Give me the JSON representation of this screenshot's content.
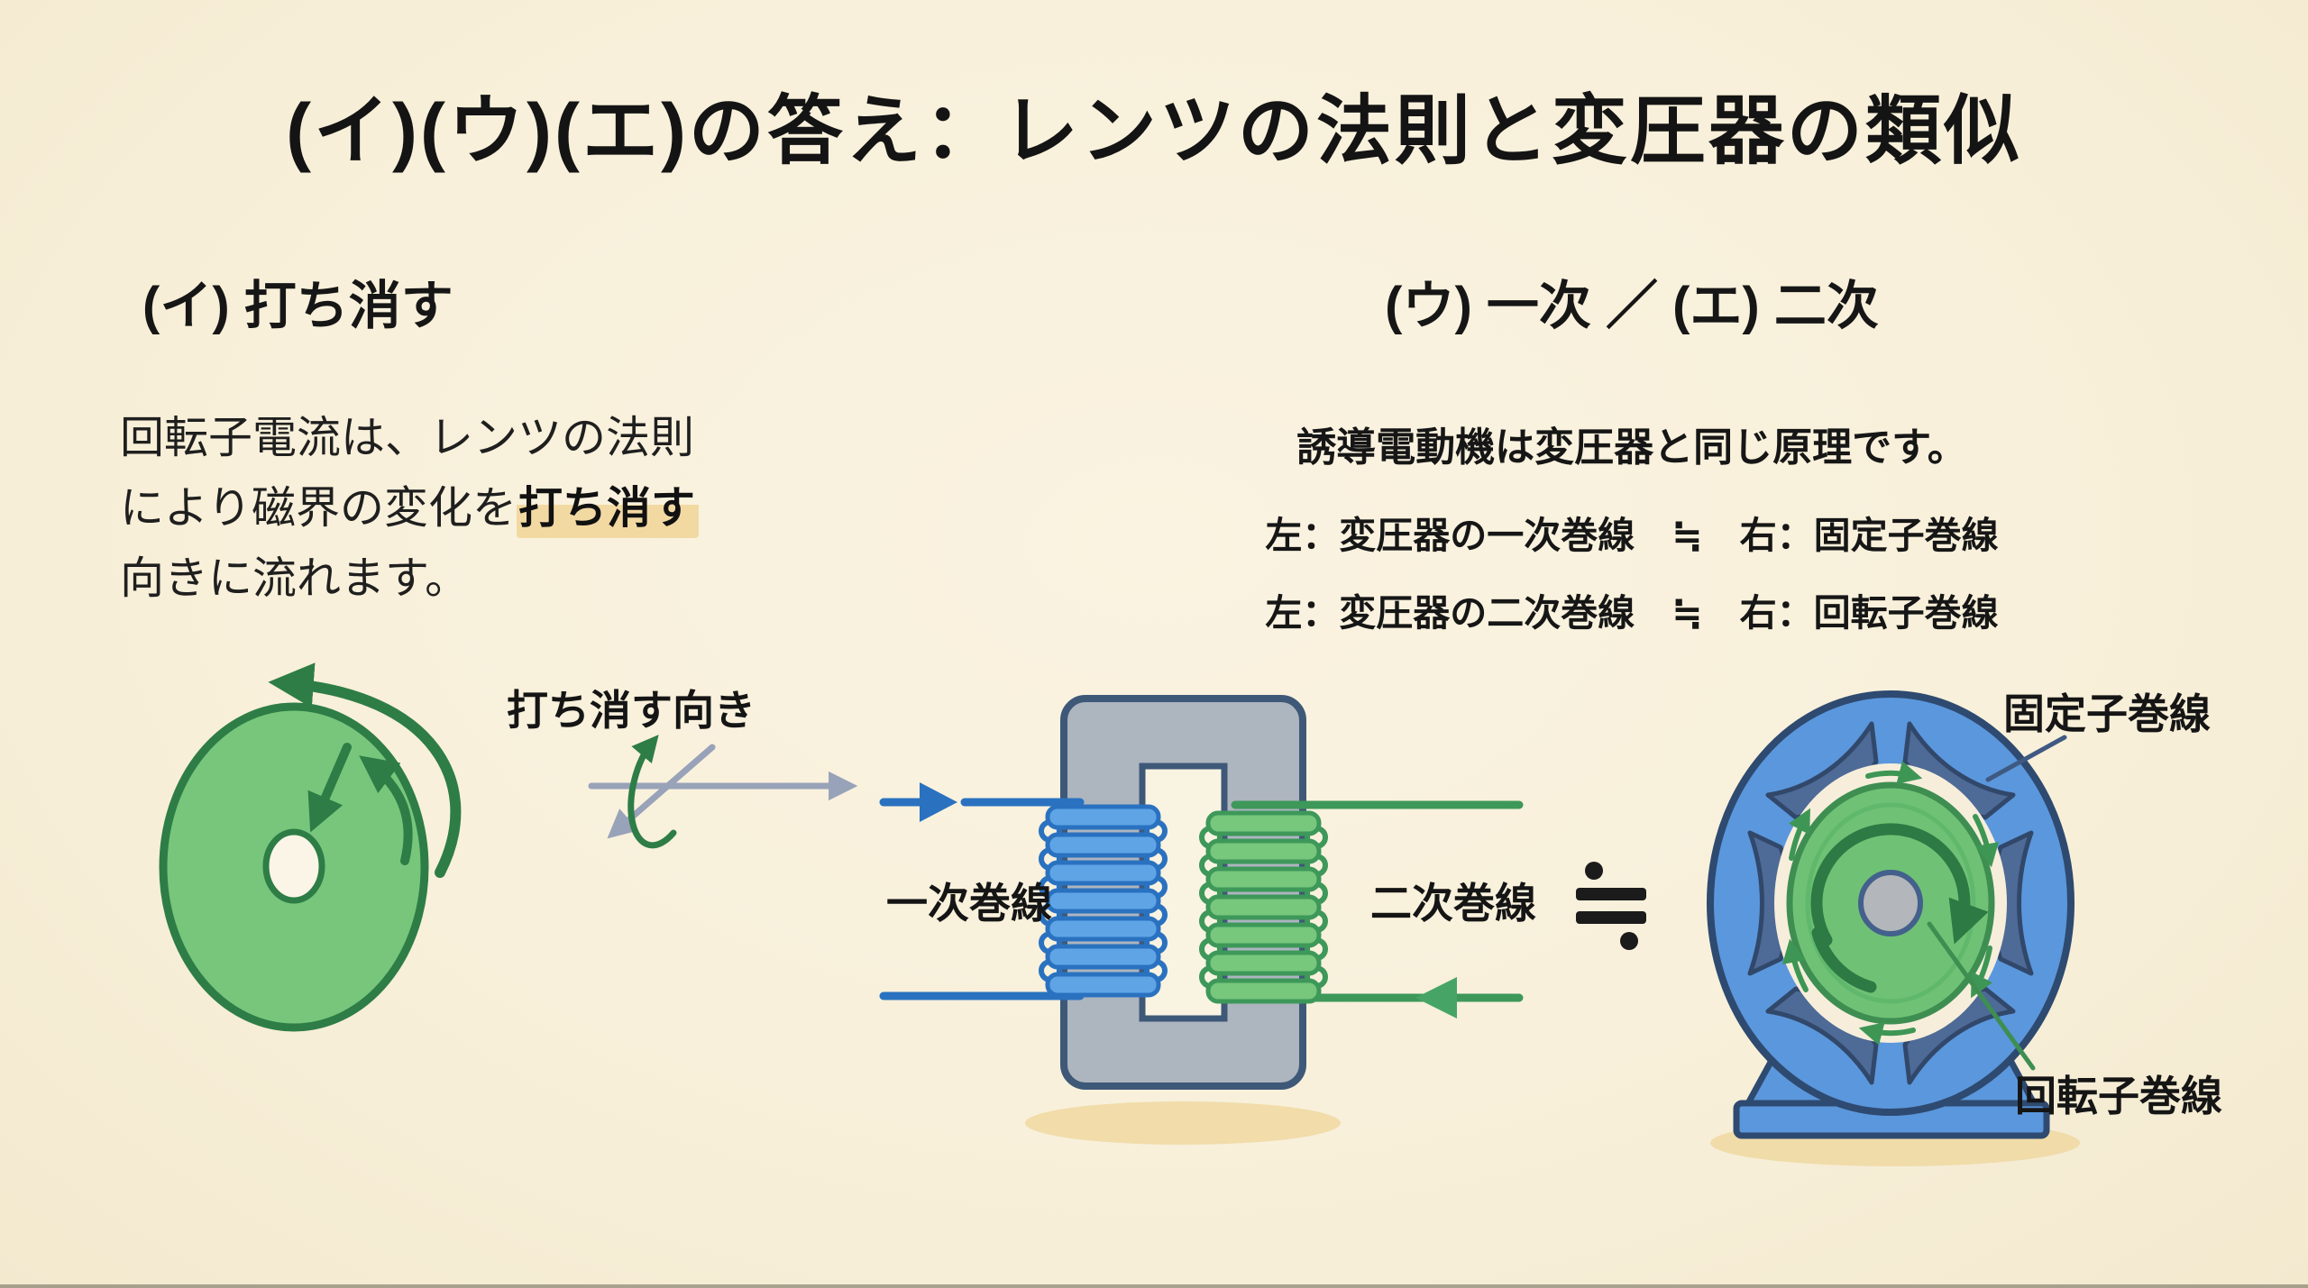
{
  "title": "(イ)(ウ)(エ)の答え：レンツの法則と変圧器の類似",
  "left_section": {
    "heading": "(イ) 打ち消す",
    "body_line1": "回転子電流は、レンツの法則",
    "body_line2_prefix": "により磁界の変化を",
    "body_line2_highlight": "打ち消す",
    "body_line3": "向きに流れます。",
    "disc_label": "打ち消す向き"
  },
  "right_section": {
    "heading": "(ウ) 一次 ／ (エ) 二次",
    "subheading": "誘導電動機は変圧器と同じ原理です。",
    "mapping_line1": "左：変圧器の一次巻線　≒　右：固定子巻線",
    "mapping_line2": "左：変圧器の二次巻線　≒　右：回転子巻線"
  },
  "transformer_diagram": {
    "primary_coil_label": "一次巻線",
    "secondary_coil_label": "二次巻線"
  },
  "approx_equal_symbol": "≒",
  "motor_diagram": {
    "stator_label": "固定子巻線",
    "rotor_label": "回転子巻線"
  },
  "colors": {
    "background": "#f8f0da",
    "text": "#1a1a1a",
    "highlight": "#f2d9a2",
    "disc_green_fill": "#77c67c",
    "disc_green_stroke": "#2e7d46",
    "blue_wire": "#2a72c0",
    "blue_coil_fill": "#5fa5e6",
    "green_wire": "#3d9859",
    "green_coil_fill": "#77c77c",
    "core_gray": "#adb5bf",
    "core_stroke": "#3e5878",
    "motor_blue": "#5b97dc",
    "motor_navy": "#2e4a70",
    "stator_slate": "#4e6a96",
    "rotor_green": "#6fc275",
    "shaft_gray": "#b3b6ba",
    "shadow_tan": "#f0d9a4",
    "gray_arrow": "#98a2b8"
  }
}
